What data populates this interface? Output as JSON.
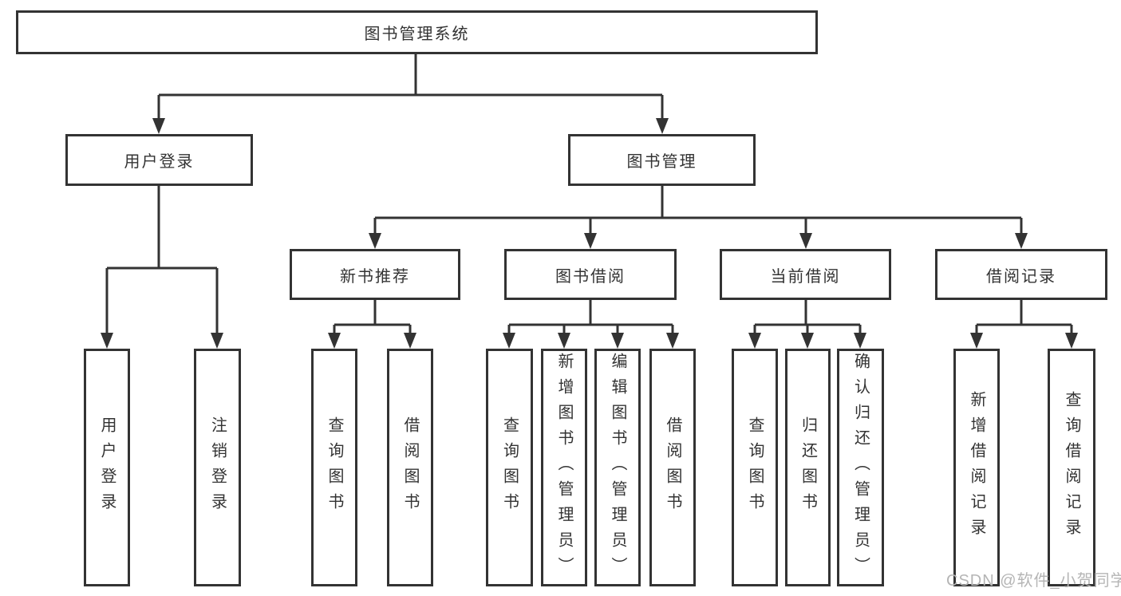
{
  "title_node": "图书管理系统",
  "level2": {
    "user_login": "用户登录",
    "book_management": "图书管理"
  },
  "level3": {
    "new_book_recommend": "新书推荐",
    "book_borrow": "图书借阅",
    "current_borrow": "当前借阅",
    "borrow_records": "借阅记录"
  },
  "leaves": {
    "user_login": [
      "用户登录",
      "注销登录"
    ],
    "new_book_recommend": [
      "查询图书",
      "借阅图书"
    ],
    "book_borrow": [
      "查询图书",
      "新增图书（管理员）",
      "编辑图书（管理员）",
      "借阅图书"
    ],
    "current_borrow": [
      "查询图书",
      "归还图书",
      "确认归还（管理员）"
    ],
    "borrow_records": [
      "新增借阅记录",
      "查询借阅记录"
    ]
  },
  "watermark": "CSDN @软件_小贺同学",
  "colors": {
    "line": "#333333",
    "text": "#333333",
    "watermark": "#b5b5b5",
    "background": "#ffffff"
  }
}
